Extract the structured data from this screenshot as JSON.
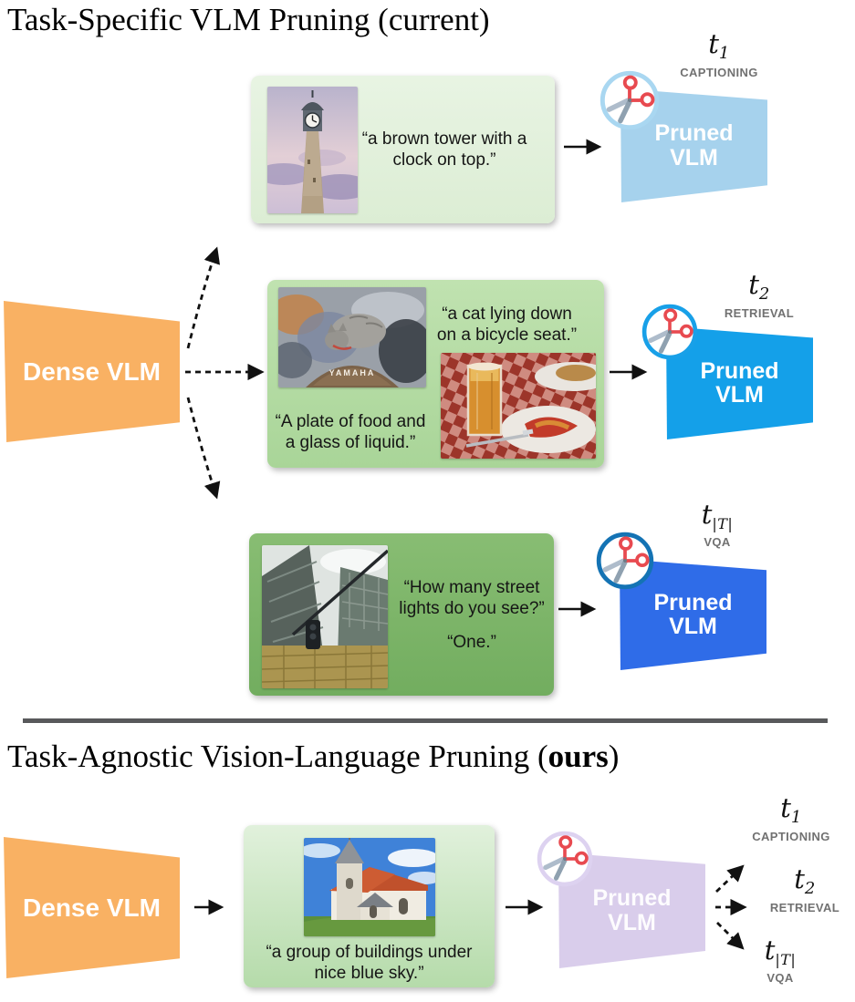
{
  "top": {
    "title": "Task-Specific VLM Pruning (current)",
    "dense_label": "Dense VLM",
    "tasks": [
      {
        "symbol": "t",
        "subscript": "1",
        "name": "CAPTIONING",
        "pruned_label": "Pruned VLM",
        "icon": "scissors-icon",
        "color": "#A6D2ED"
      },
      {
        "symbol": "t",
        "subscript": "2",
        "name": "RETRIEVAL",
        "pruned_label": "Pruned VLM",
        "icon": "scissors-icon",
        "color": "#14A0E9"
      },
      {
        "symbol": "t",
        "subscript": "|T|",
        "name": "VQA",
        "pruned_label": "Pruned VLM",
        "icon": "scissors-icon",
        "color": "#2F6CE8"
      }
    ],
    "examples": {
      "captioning": {
        "image": "clock-tower-photo",
        "caption": "“a brown tower with a clock on top.”"
      },
      "retrieval": {
        "image_a": "cat-on-motorcycle-photo",
        "image_a_text": "YAMAHA",
        "caption_a": "“a cat lying down on a bicycle seat.”",
        "caption_b": "“A plate of food and a glass of liquid.”",
        "image_b": "food-and-drink-photo"
      },
      "vqa": {
        "image": "skyscrapers-photo",
        "question": "“How many street lights do you see?”",
        "answer": "“One.”"
      }
    }
  },
  "bottom": {
    "title_prefix": "Task-Agnostic Vision-Language Pruning (",
    "title_emph": "ours",
    "title_suffix": ")",
    "dense_label": "Dense VLM",
    "pruned_label": "Pruned VLM",
    "pruned_icon": "scissors-icon",
    "example": {
      "image": "church-photo",
      "caption": "“a group of buildings under nice blue sky.”"
    },
    "tasks": [
      {
        "symbol": "t",
        "subscript": "1",
        "name": "CAPTIONING"
      },
      {
        "symbol": "t",
        "subscript": "2",
        "name": "RETRIEVAL"
      },
      {
        "symbol": "t",
        "subscript": "|T|",
        "name": "VQA"
      }
    ]
  },
  "palette": {
    "dense_orange": "#F9B163",
    "green_light": "#E3F1DE",
    "green_medium": "#B6DCA5",
    "green_dark": "#7EB66B",
    "pruned_blue_light": "#A6D2ED",
    "pruned_blue_bright": "#14A0E9",
    "pruned_blue_royal": "#2F6CE8",
    "pruned_purple": "#D9CDEB",
    "task_name_gray": "#717171"
  }
}
